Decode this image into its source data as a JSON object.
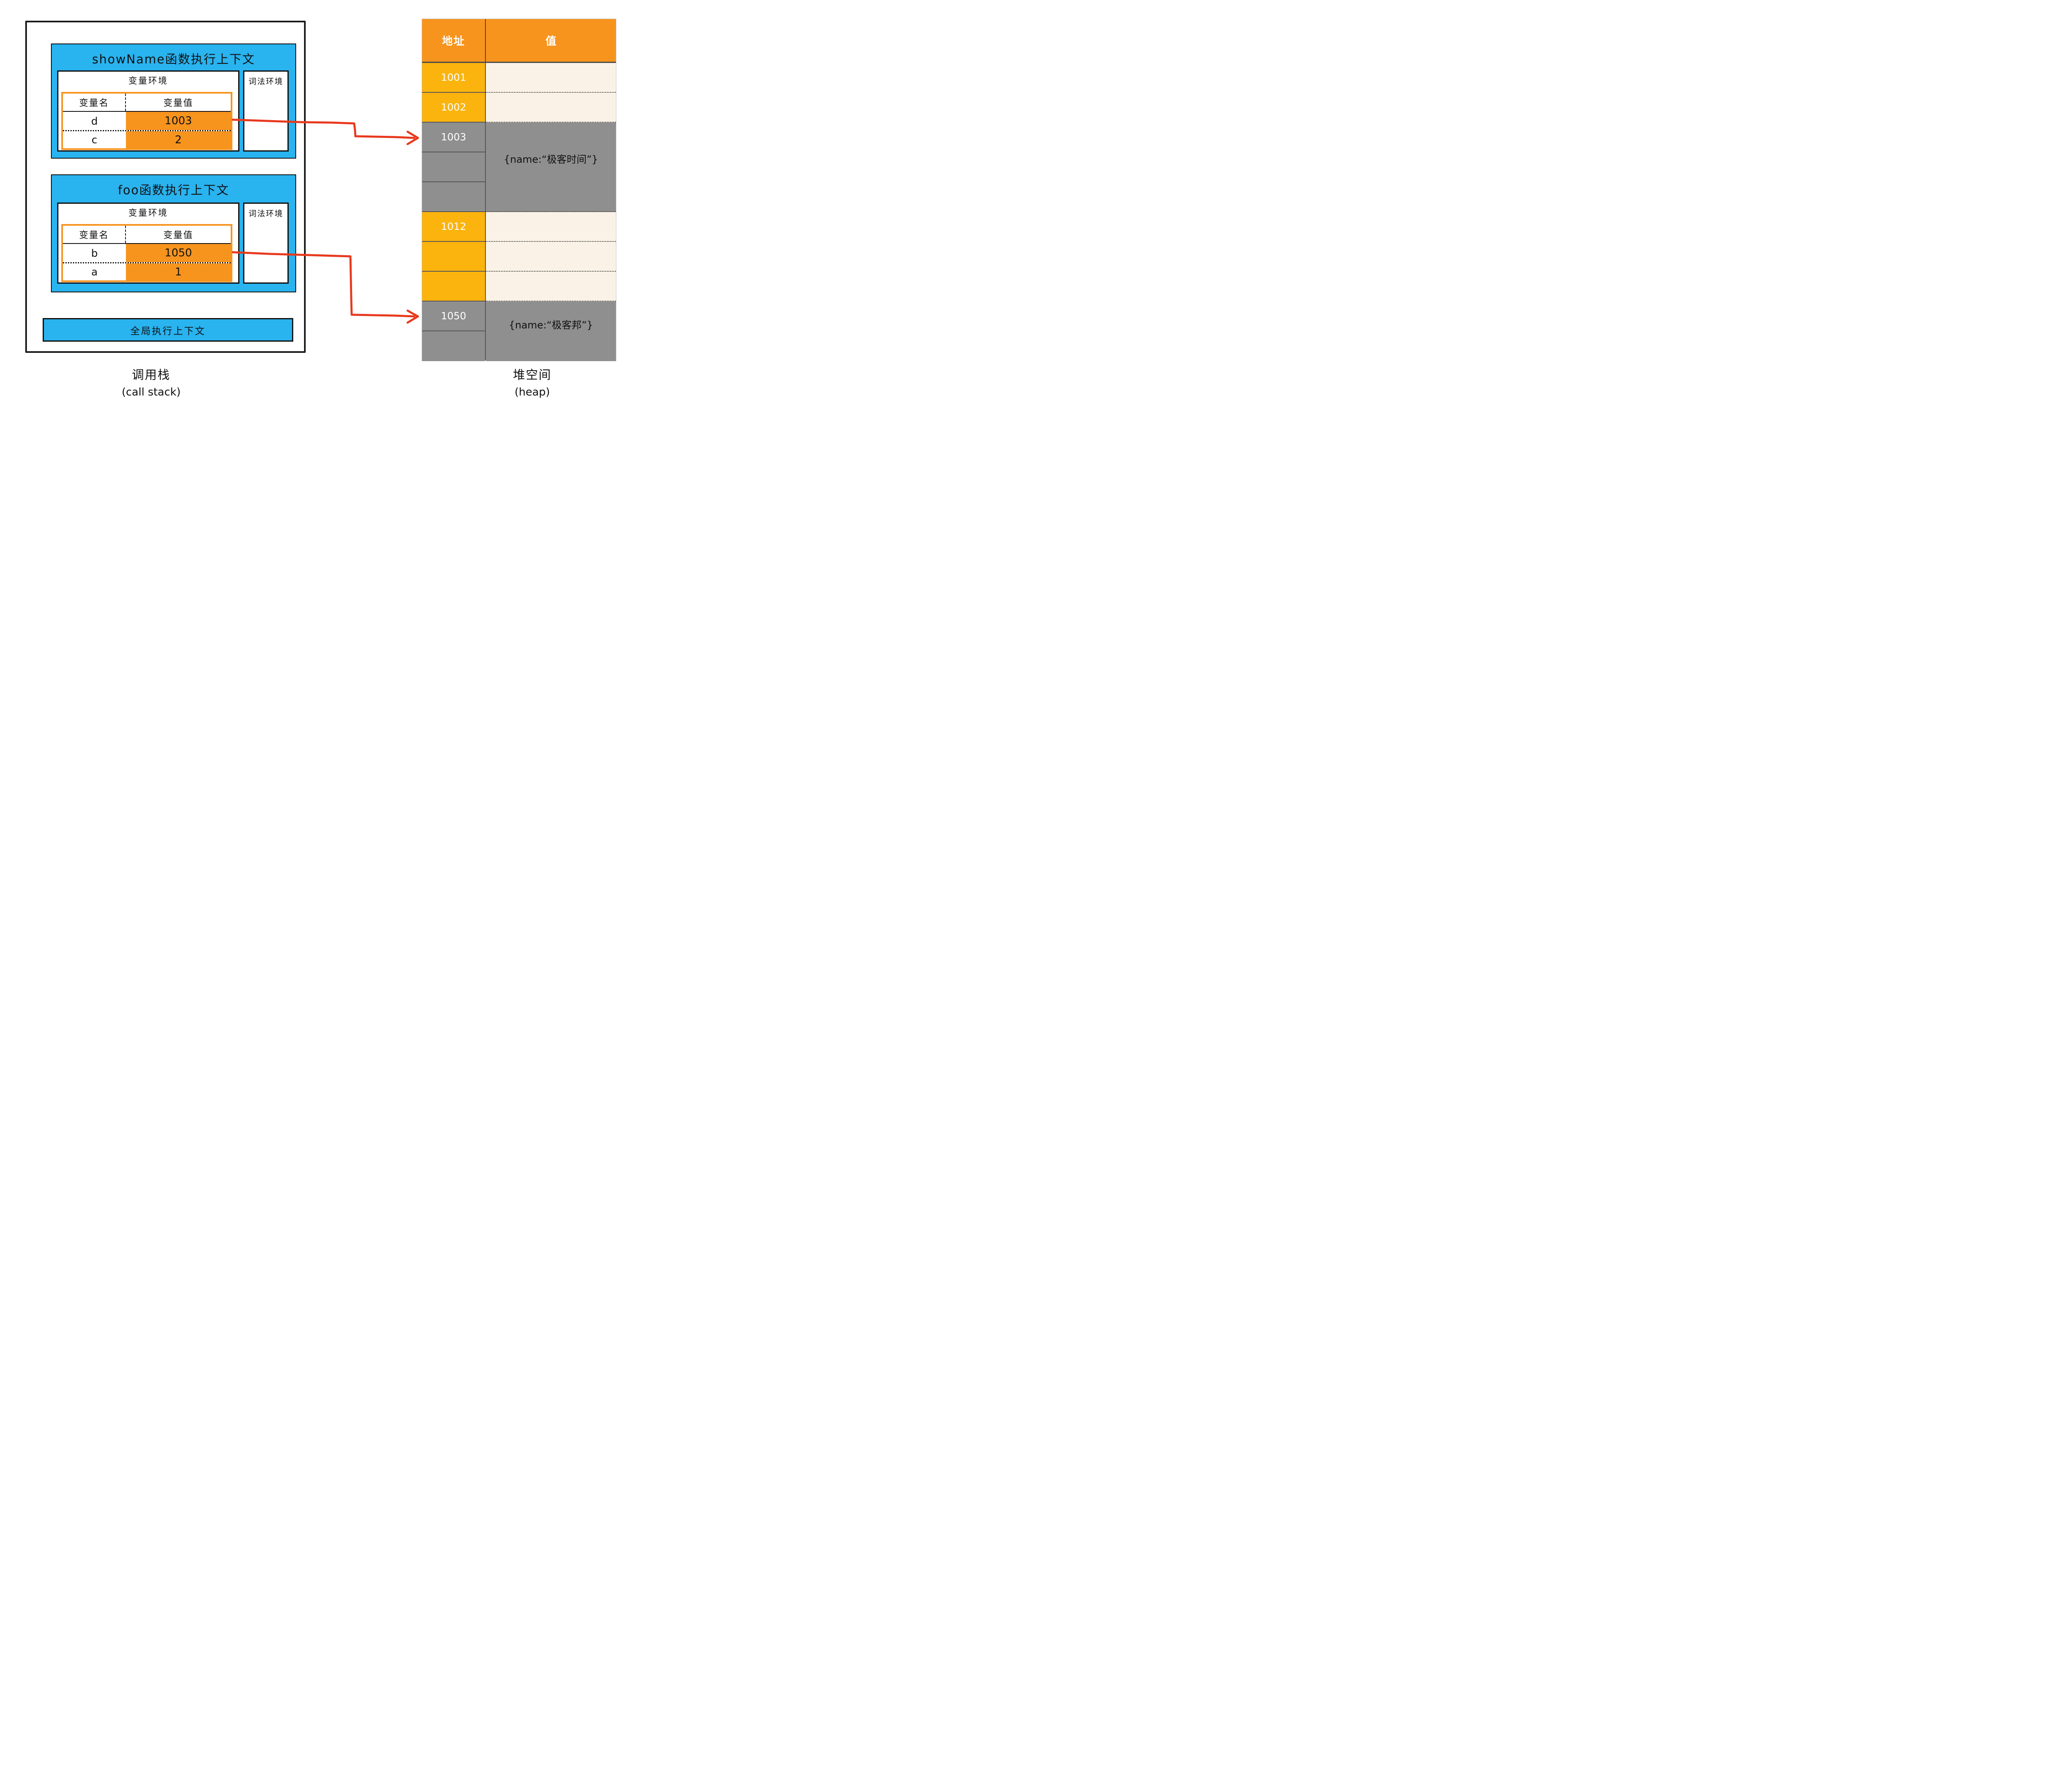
{
  "call_stack": {
    "caption": {
      "line1": "调用栈",
      "line2": "(call stack)"
    },
    "global_context_label": "全局执行上下文",
    "frames": [
      {
        "title": "showName函数执行上下文",
        "variable_env_label": "变量环境",
        "lexical_env_label": "词法环境",
        "table": {
          "headers": [
            "变量名",
            "变量值"
          ],
          "rows": [
            {
              "name": "d",
              "value": "1003"
            },
            {
              "name": "c",
              "value": "2"
            }
          ]
        }
      },
      {
        "title": "foo函数执行上下文",
        "variable_env_label": "变量环境",
        "lexical_env_label": "词法环境",
        "table": {
          "headers": [
            "变量名",
            "变量值"
          ],
          "rows": [
            {
              "name": "b",
              "value": "1050"
            },
            {
              "name": "a",
              "value": "1"
            }
          ]
        }
      }
    ]
  },
  "heap": {
    "caption": {
      "line1": "堆空间",
      "line2": "(heap)"
    },
    "header": {
      "address": "地址",
      "value": "值"
    },
    "address_cells": [
      {
        "label": "1001"
      },
      {
        "label": "1002"
      },
      {
        "label": "1003"
      },
      {
        "label": ""
      },
      {
        "label": ""
      },
      {
        "label": "1012"
      },
      {
        "label": ""
      },
      {
        "label": ""
      },
      {
        "label": "1050"
      },
      {
        "label": ""
      }
    ],
    "value_blocks": [
      {
        "text": ""
      },
      {
        "text": ""
      },
      {
        "text": "{name:“极客时间”}"
      },
      {
        "text": ""
      },
      {
        "text": ""
      },
      {
        "text": ""
      },
      {
        "text": "{name:“极客邦”}"
      }
    ],
    "pointers": [
      {
        "from": "1003",
        "to": "1003"
      },
      {
        "from": "1050",
        "to": "1050"
      }
    ]
  },
  "colors": {
    "frame_blue": "#29b3ef",
    "accent_orange": "#f7941e",
    "address_yellow": "#fbb40d",
    "value_cream": "#faf2e6",
    "heap_gray": "#8f8f8f",
    "arrow_red": "#e8391d"
  }
}
